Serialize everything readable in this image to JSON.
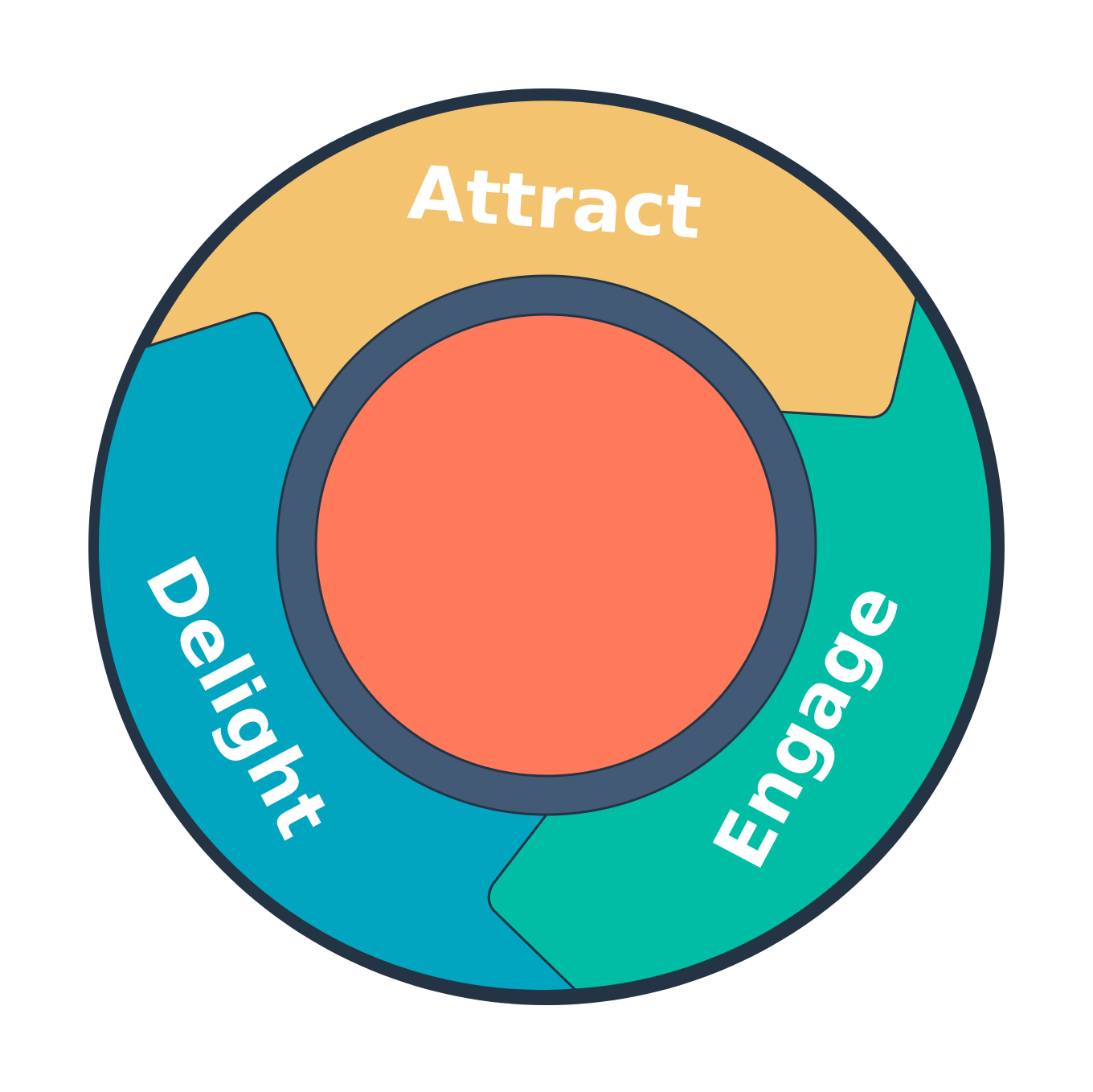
{
  "diagram": {
    "colors": {
      "outline": "#243444",
      "attract": "#F3C36F",
      "delight": "#02A5BF",
      "engage": "#02BDA5",
      "ring": "#425A75",
      "center": "#FE7A5A",
      "label": "#FFFFFF"
    },
    "segments": [
      {
        "id": "attract",
        "label": "Attract"
      },
      {
        "id": "engage",
        "label": "Engage"
      },
      {
        "id": "delight",
        "label": "Delight"
      }
    ]
  }
}
